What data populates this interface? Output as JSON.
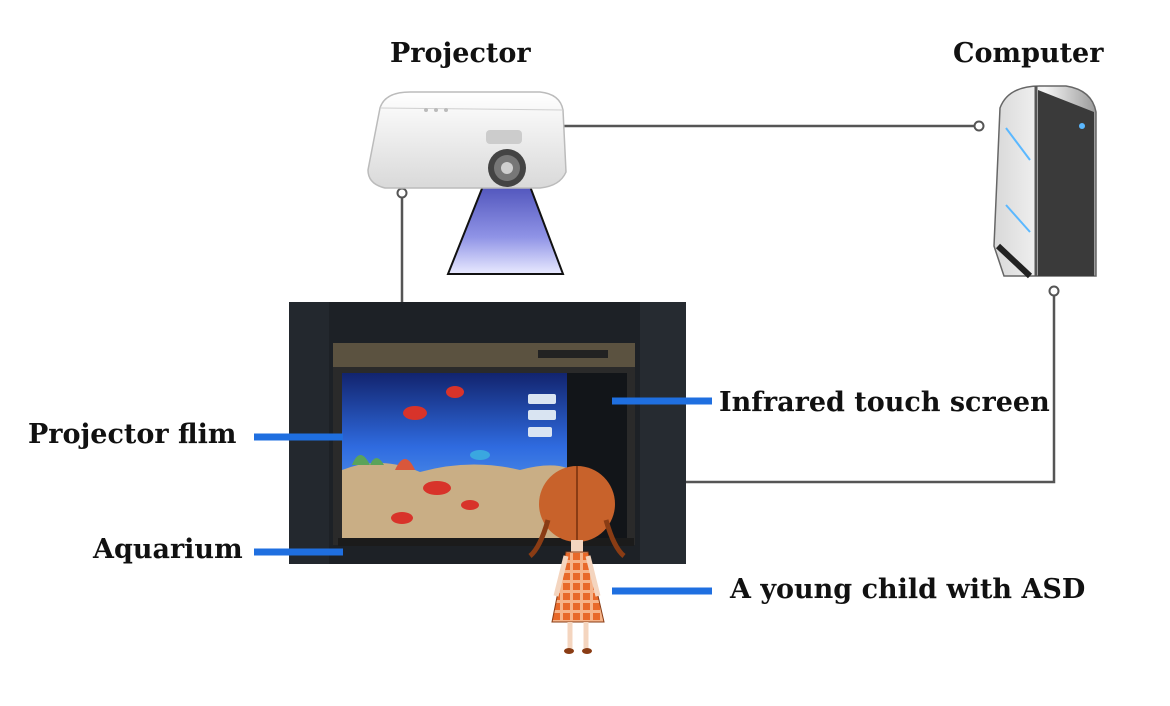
{
  "labels": {
    "projector": "Projector",
    "computer": "Computer",
    "projector_film": "Projector flim",
    "aquarium": "Aquarium",
    "infrared_touch_screen": "Infrared touch screen",
    "child": "A young child with ASD"
  },
  "colors": {
    "callout_blue": "#1f6fe0",
    "connector": "#555555",
    "beam": "#8f93e6",
    "screen_water": "#1e3fa8"
  },
  "icons": {
    "projector": "projector-icon",
    "computer": "computer-tower-icon",
    "aquarium": "aquarium-photo",
    "child": "child-figure-icon"
  }
}
